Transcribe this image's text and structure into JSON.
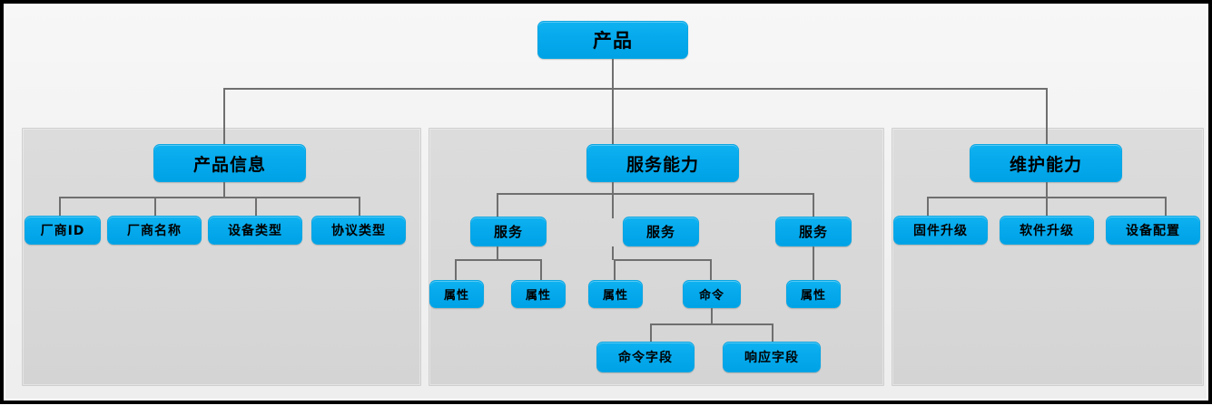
{
  "diagram": {
    "type": "tree",
    "title": "产品",
    "accent_color": "#05a9ec",
    "panel_color": "#d8d8d8",
    "connector_color": "#6f6f6f",
    "root": {
      "label": "产品"
    },
    "groups": [
      {
        "id": "product-info",
        "header": "产品信息",
        "children": [
          {
            "label": "厂商ID"
          },
          {
            "label": "厂商名称"
          },
          {
            "label": "设备类型"
          },
          {
            "label": "协议类型"
          }
        ]
      },
      {
        "id": "service-capability",
        "header": "服务能力",
        "children": [
          {
            "label": "服务",
            "children": [
              {
                "label": "属性"
              },
              {
                "label": "属性"
              }
            ]
          },
          {
            "label": "服务",
            "children": [
              {
                "label": "属性"
              },
              {
                "label": "命令",
                "children": [
                  {
                    "label": "命令字段"
                  },
                  {
                    "label": "响应字段"
                  }
                ]
              }
            ]
          },
          {
            "label": "服务",
            "children": [
              {
                "label": "属性"
              }
            ]
          }
        ]
      },
      {
        "id": "maintenance-capability",
        "header": "维护能力",
        "children": [
          {
            "label": "固件升级"
          },
          {
            "label": "软件升级"
          },
          {
            "label": "设备配置"
          }
        ]
      }
    ]
  }
}
